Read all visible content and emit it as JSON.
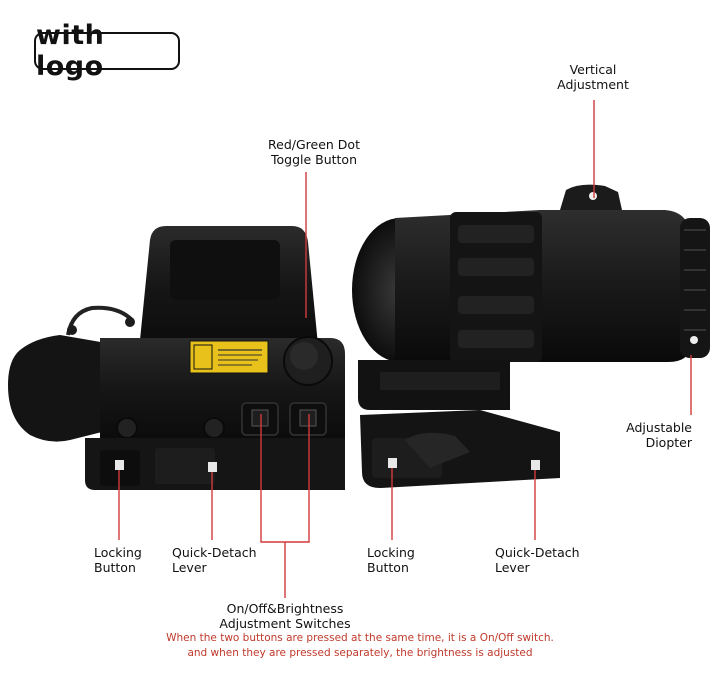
{
  "badge": {
    "text": "with logo"
  },
  "labels": {
    "vertical_adjustment": "Vertical\nAdjustment",
    "toggle_button": "Red/Green Dot\nToggle Button",
    "adjustable_diopter": "Adjustable\nDiopter",
    "locking_button_left": "Locking\nButton",
    "quick_detach_left": "Quick-Detach\nLever",
    "locking_button_right": "Locking\nButton",
    "quick_detach_right": "Quick-Detach\nLever",
    "brightness_switches": "On/Off&Brightness\nAdjustment Switches"
  },
  "notes": {
    "line1": "When the two buttons are pressed at the same time, it is a On/Off switch.",
    "line2": "and when they are pressed separately, the brightness is adjusted"
  },
  "colors": {
    "callout_line": "#d23a3a",
    "note_text": "#c0392b",
    "device_body": "#1a1a1a",
    "laser_label": "#e8c21a"
  }
}
